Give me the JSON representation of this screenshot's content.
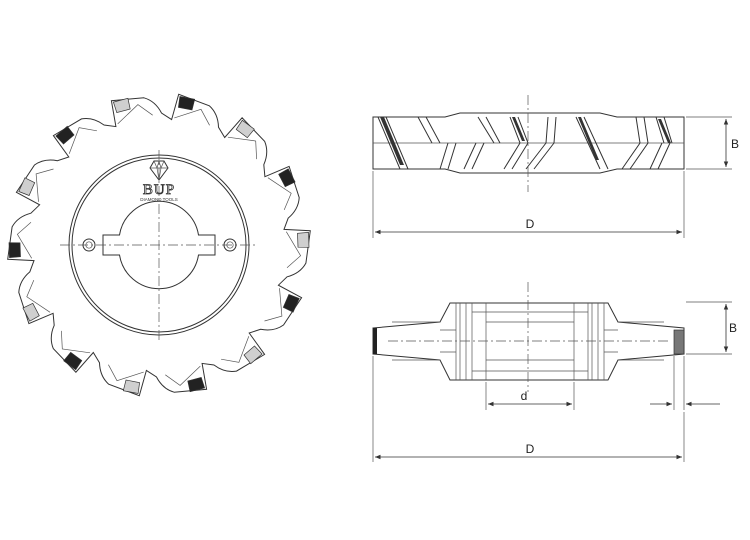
{
  "logo": {
    "brand_text": "BUP",
    "brand_subtext": "DIAMOND TOOLS",
    "colors": {
      "insert_dark": "#222222",
      "insert_light": "#cfcfcf",
      "line": "#333333"
    }
  },
  "dimensions": {
    "top_view": {
      "width_label": "B",
      "diameter_label": "D"
    },
    "section_view": {
      "width_label": "B",
      "bore_label": "d",
      "diameter_label": "D"
    }
  }
}
